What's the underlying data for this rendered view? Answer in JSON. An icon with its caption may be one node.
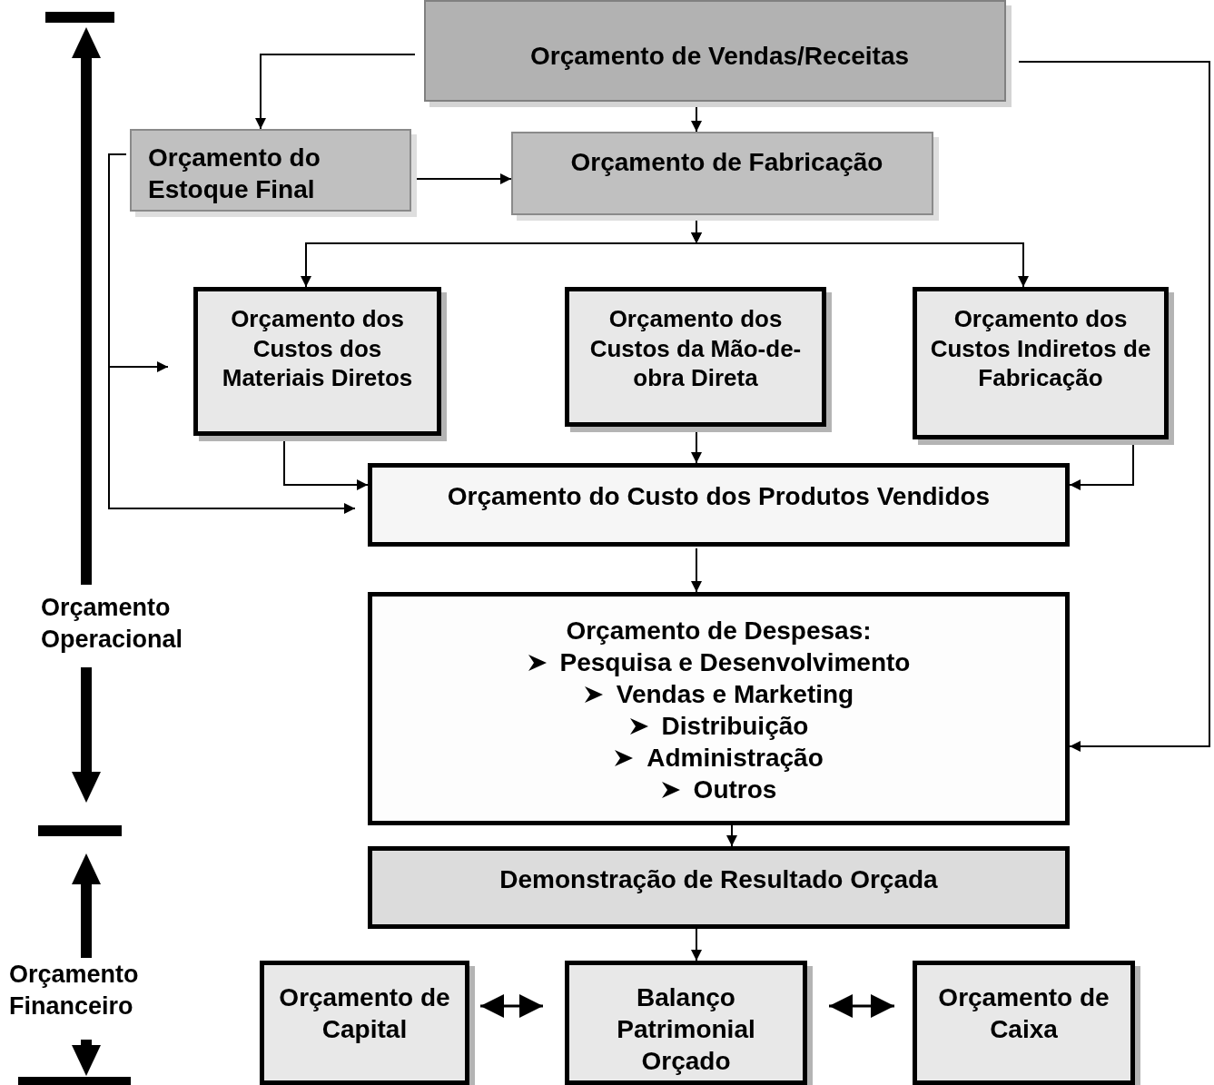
{
  "diagram": {
    "nodes": [
      {
        "text": [
          "Orçamento de Vendas/Receitas"
        ]
      },
      {
        "text": [
          "Orçamento do Estoque Final"
        ]
      },
      {
        "text": [
          "Orçamento de Fabricação"
        ]
      },
      {
        "text": [
          "Orçamento dos Custos dos Materiais Diretos"
        ]
      },
      {
        "text": [
          "Orçamento dos Custos da Mão-de-obra Direta"
        ]
      },
      {
        "text": [
          "Orçamento dos Custos Indiretos de Fabricação"
        ]
      },
      {
        "text": [
          "Orçamento do Custo dos Produtos Vendidos"
        ]
      },
      {
        "text": [
          "Orçamento de Despesas:",
          "Pesquisa e Desenvolvimento",
          "Vendas e Marketing",
          "Distribuição",
          "Administração",
          "Outros"
        ]
      },
      {
        "text": [
          "Demonstração de Resultado Orçada"
        ]
      },
      {
        "text": [
          "Orçamento de Capital"
        ]
      },
      {
        "text": [
          "Balanço Patrimonial Orçado"
        ]
      },
      {
        "text": [
          "Orçamento de Caixa"
        ]
      }
    ],
    "edges": [
      {
        "from": 0,
        "to": 1,
        "arrow": "to"
      },
      {
        "from": 0,
        "to": 2,
        "arrow": "to"
      },
      {
        "from": 0,
        "to": 7,
        "arrow": "to"
      },
      {
        "from": 1,
        "to": 2,
        "arrow": "to"
      },
      {
        "from": 2,
        "to": 3,
        "arrow": "to"
      },
      {
        "from": 2,
        "to": 5,
        "arrow": "to"
      },
      {
        "from": 1,
        "to": 3,
        "arrow": "to"
      },
      {
        "from": 1,
        "to": 6,
        "arrow": "to"
      },
      {
        "from": 3,
        "to": 6,
        "arrow": "to"
      },
      {
        "from": 4,
        "to": 6,
        "arrow": "to"
      },
      {
        "from": 5,
        "to": 6,
        "arrow": "to"
      },
      {
        "from": 6,
        "to": 7,
        "arrow": "to"
      },
      {
        "from": 7,
        "to": 8,
        "arrow": "to"
      },
      {
        "from": 8,
        "to": 10,
        "arrow": "to"
      },
      {
        "from": 9,
        "to": 10,
        "arrow": "both"
      },
      {
        "from": 10,
        "to": 11,
        "arrow": "both"
      }
    ],
    "labels": [
      "Orçamento Operacional",
      "Orçamento Financeiro"
    ]
  }
}
